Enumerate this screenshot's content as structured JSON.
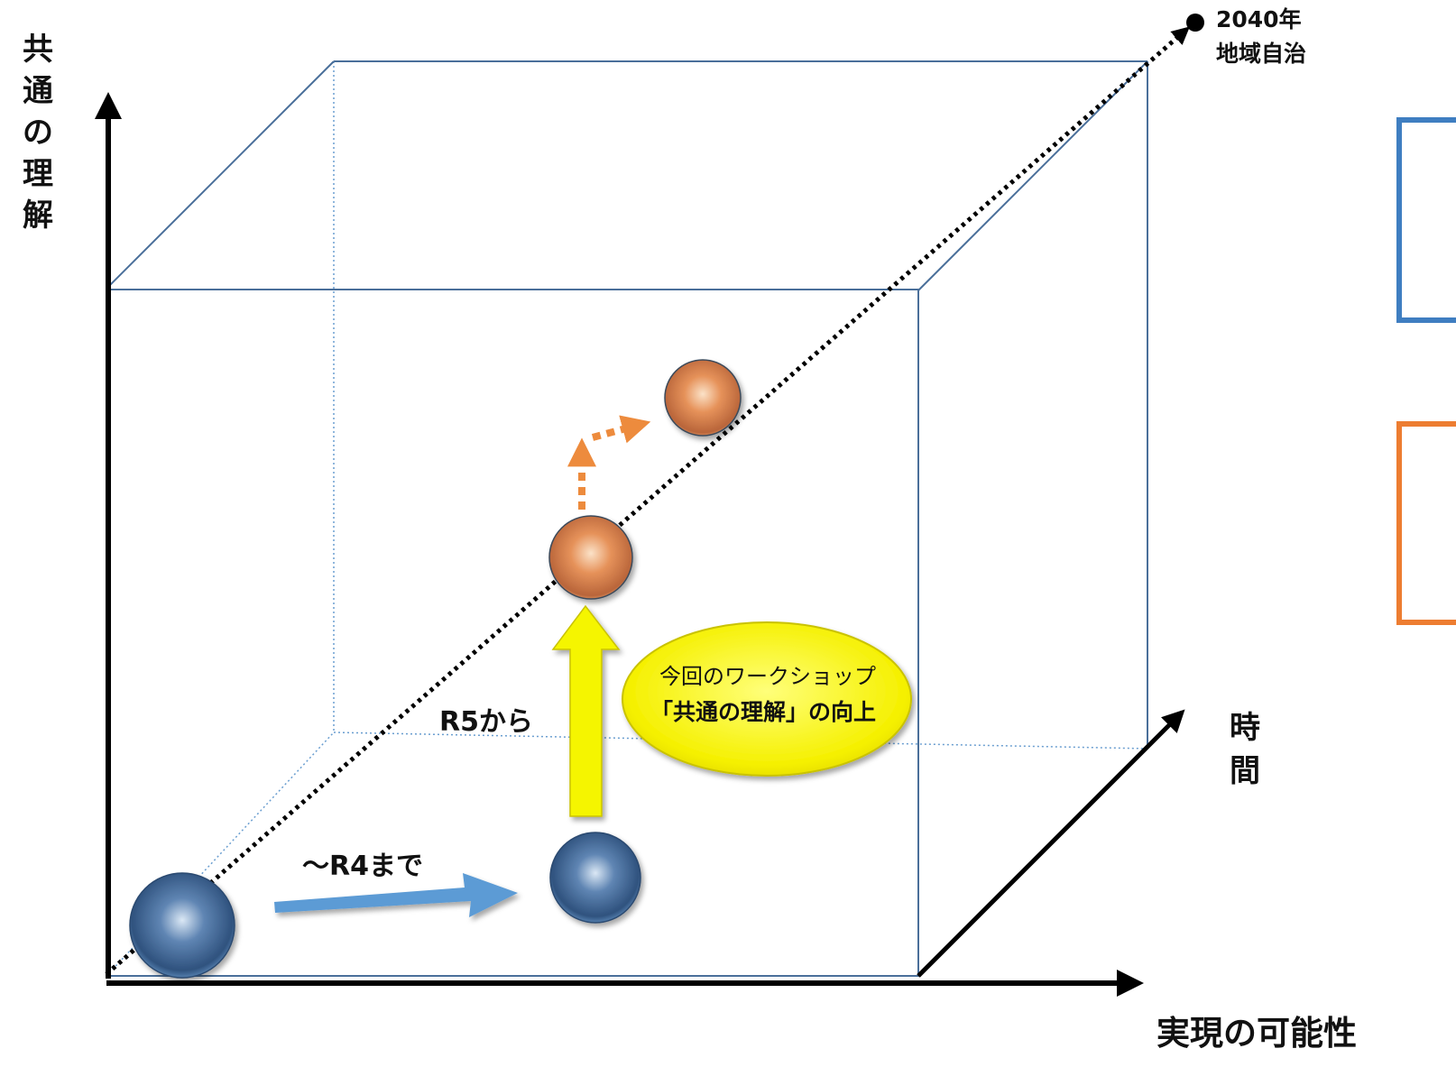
{
  "axes": {
    "y_label_chars": [
      "共",
      "通",
      "の",
      "理",
      "解"
    ],
    "x_label": "実現の可能性",
    "z_label_chars": [
      "時",
      "間"
    ]
  },
  "goal": {
    "year": "2040年",
    "name": "地域自治"
  },
  "stages": {
    "until_r4": "～R4まで",
    "from_r5": "R5から"
  },
  "callout": {
    "line1": "今回のワークショップ",
    "line2": "「共通の理解」の向上"
  },
  "colors": {
    "cube_edge": "#4a6f9a",
    "blue_arrow": "#5b9bd5",
    "yellow_arrow": "#f5f500",
    "orange_accent": "#ed8b3d",
    "legend_blue": "#3f7ec1",
    "legend_orange": "#ed7d31",
    "axis": "#000000"
  }
}
